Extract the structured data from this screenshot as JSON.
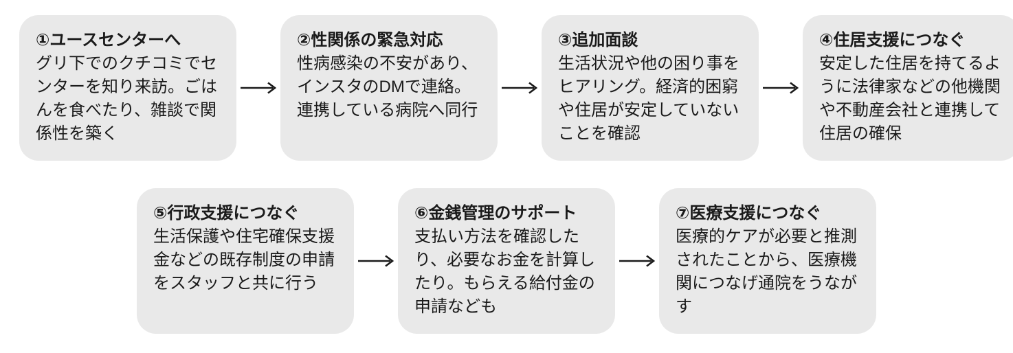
{
  "diagram": {
    "title": "support-flow",
    "colors": {
      "box_bg": "#e9e9e9",
      "text": "#1a1a1a",
      "arrow": "#1a1a1a"
    },
    "row1": [
      {
        "title": "①ユースセンターへ",
        "body": "グリ下でのクチコミでセンターを知り来訪。ごはんを食べたり、雑談で関係性を築く"
      },
      {
        "title": "②性関係の緊急対応",
        "body": "性病感染の不安があり、インスタのDMで連絡。連携している病院へ同行"
      },
      {
        "title": "③追加面談",
        "body": "生活状況や他の困り事をヒアリング。経済的困窮や住居が安定していないことを確認"
      },
      {
        "title": "④住居支援につなぐ",
        "body": "安定した住居を持てるように法律家などの他機関や不動産会社と連携して住居の確保"
      }
    ],
    "row2": [
      {
        "title": "⑤行政支援につなぐ",
        "body": "生活保護や住宅確保支援金などの既存制度の申請をスタッフと共に行う"
      },
      {
        "title": "⑥金銭管理のサポート",
        "body": "支払い方法を確認したり、必要なお金を計算したり。もらえる給付金の申請なども"
      },
      {
        "title": "⑦医療支援につなぐ",
        "body": "医療的ケアが必要と推測されたことから、医療機関につなげ通院をうながす"
      }
    ]
  }
}
